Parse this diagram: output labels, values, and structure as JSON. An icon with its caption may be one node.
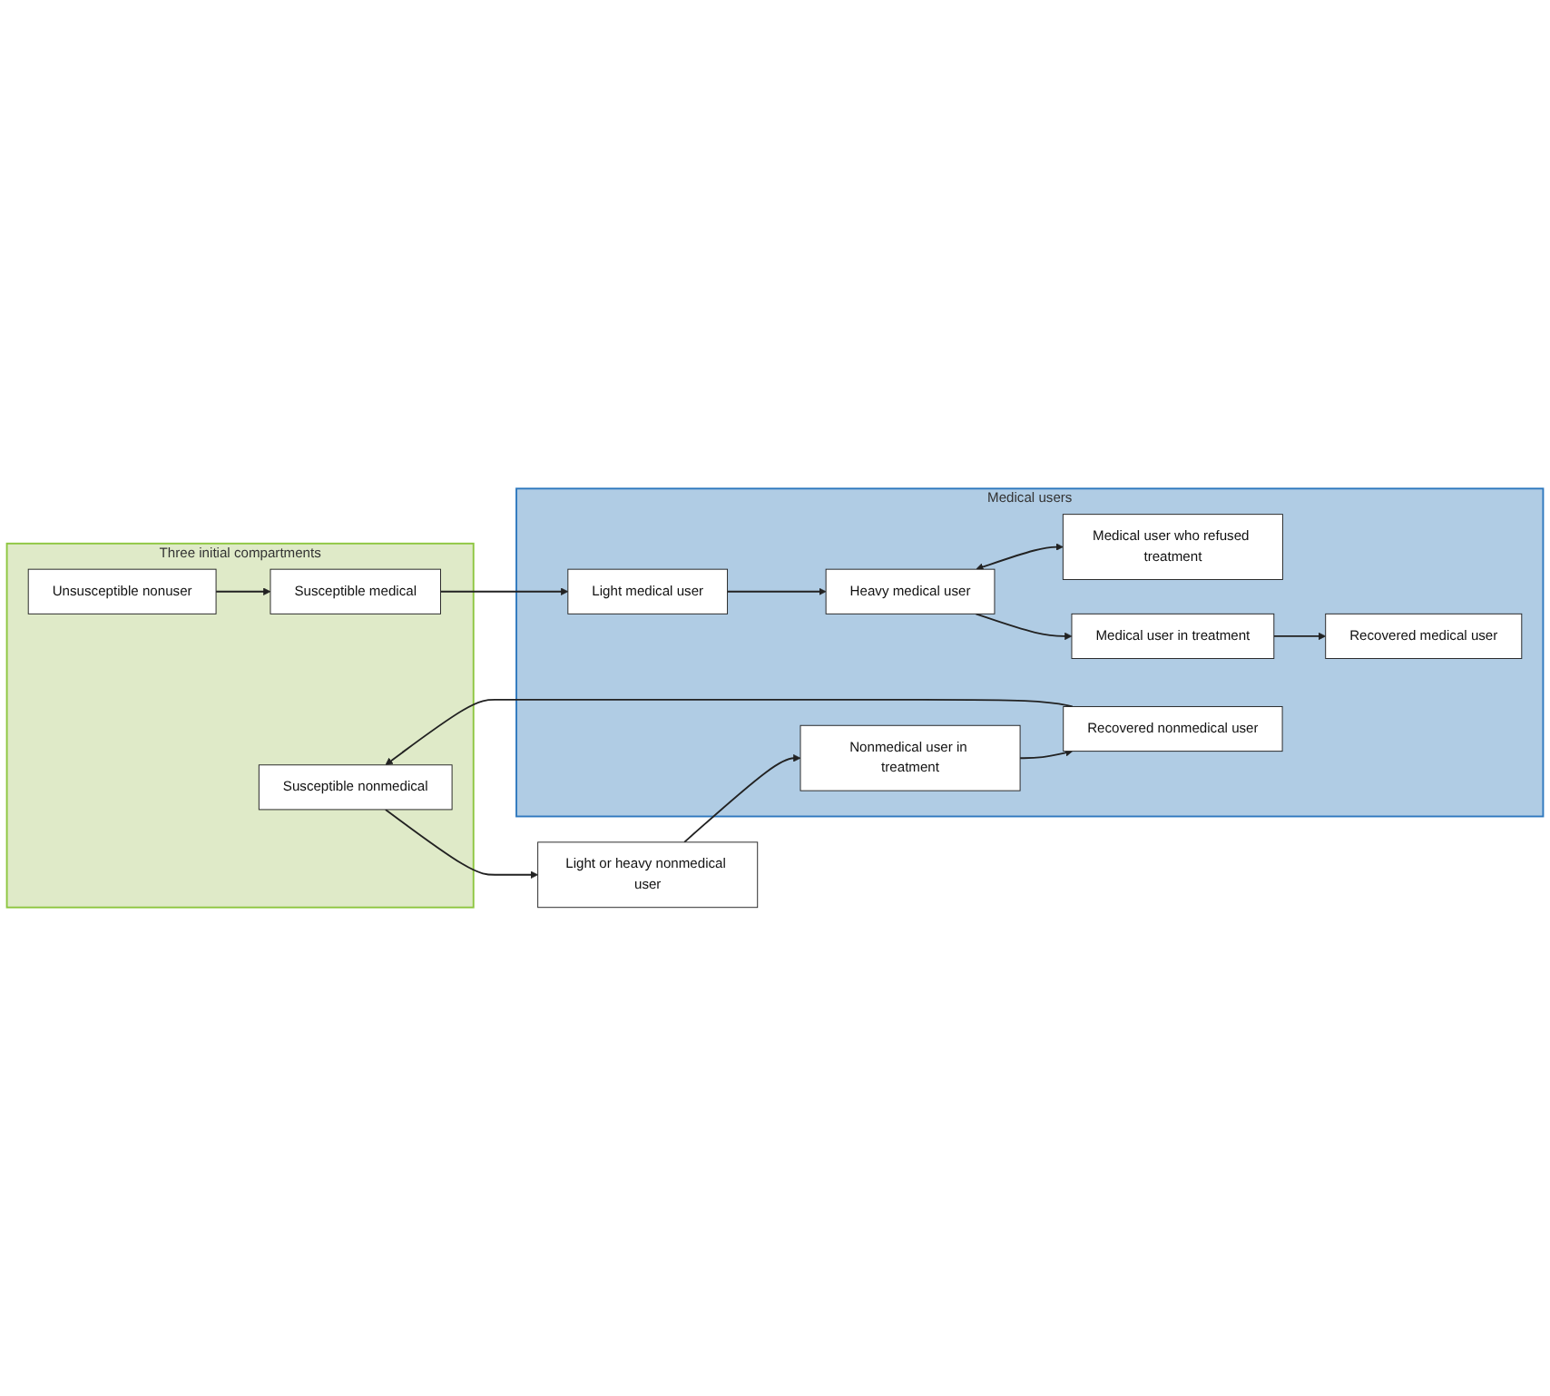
{
  "diagram": {
    "nodes": [
      {
        "text": [
          "Three initial compartments"
        ]
      },
      {
        "text": [
          "Susceptible medical"
        ],
        "in": 0
      },
      {
        "text": [
          "Unsusceptible nonuser"
        ],
        "in": 0
      },
      {
        "text": [
          "Susceptible nonmedical"
        ],
        "in": 0
      },
      {
        "text": [
          "Medical users"
        ]
      },
      {
        "text": [
          "Medical user who refused treatment"
        ],
        "in": 4
      },
      {
        "text": [
          "Light medical user"
        ],
        "in": 4
      },
      {
        "text": [
          "Heavy medical user"
        ],
        "in": 4
      },
      {
        "text": [
          "Recovered medical user"
        ],
        "in": 4
      },
      {
        "text": [
          "Medical user in treatment"
        ],
        "in": 4
      },
      {
        "text": [
          "Recovered nonmedical user"
        ],
        "in": 4
      },
      {
        "text": [
          "Nonmedical user in treatment"
        ],
        "in": 4
      },
      {
        "text": [
          "Light or heavy nonmedical user"
        ]
      }
    ],
    "edges": [
      {
        "from": 2,
        "to": 1,
        "arrow": "to"
      },
      {
        "from": 1,
        "to": 6,
        "arrow": "to"
      },
      {
        "from": 6,
        "to": 7,
        "arrow": "to"
      },
      {
        "from": 7,
        "to": 5,
        "arrow": "both"
      },
      {
        "from": 7,
        "to": 9,
        "arrow": "to"
      },
      {
        "from": 9,
        "to": 8,
        "arrow": "to"
      },
      {
        "from": 11,
        "to": 10,
        "arrow": "to"
      },
      {
        "from": 10,
        "to": 3,
        "arrow": "to"
      },
      {
        "from": 3,
        "to": 12,
        "arrow": "to"
      },
      {
        "from": 12,
        "to": 11,
        "arrow": "to"
      }
    ]
  }
}
